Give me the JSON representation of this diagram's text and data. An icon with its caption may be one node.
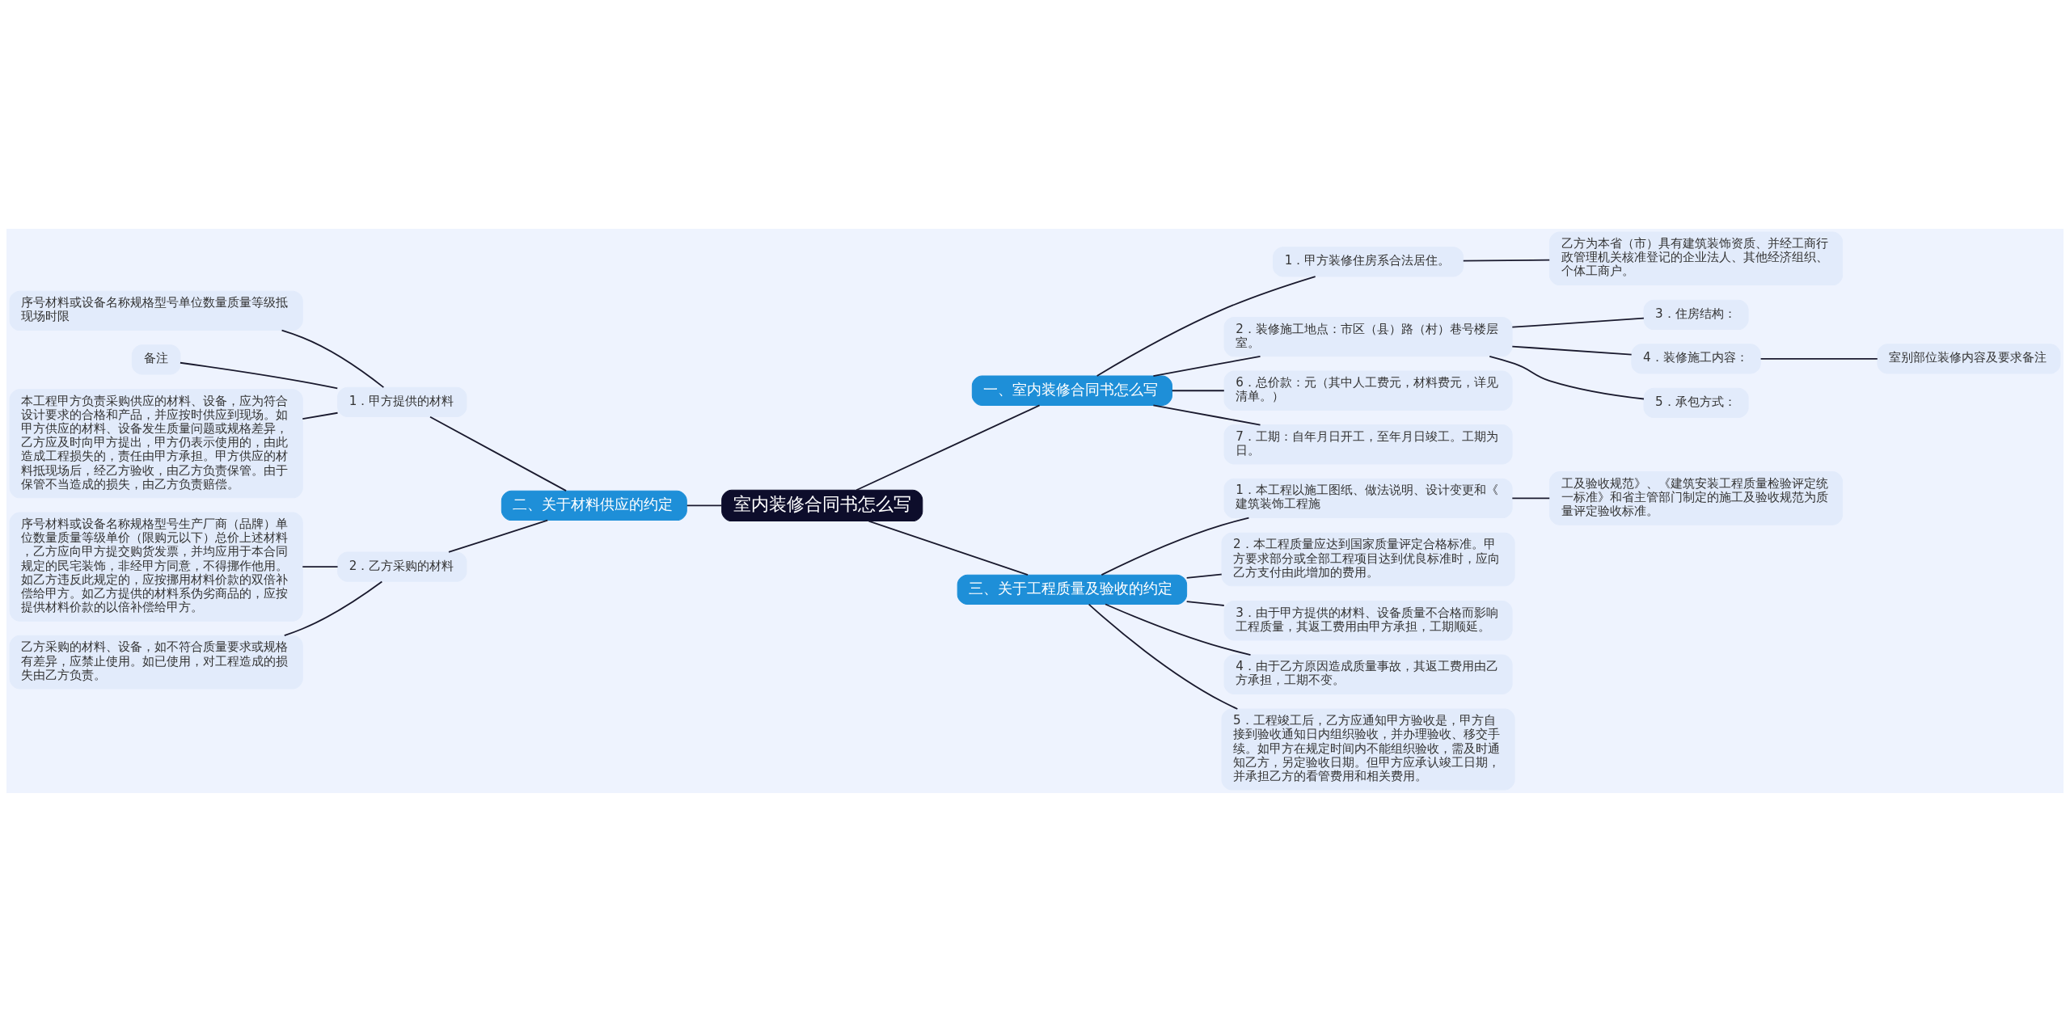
{
  "diagram": {
    "nodes": [
      {
        "text": [
          "室内装修合同书怎么写"
        ]
      },
      {
        "text": [
          "一、室内装修合同书怎么写"
        ]
      },
      {
        "text": [
          "1．甲方装修住房系合法居住。"
        ]
      },
      {
        "text": [
          "乙方为本省（市）具有建筑装饰资质、并经工商行政管理机关核准登记的企业法人、其他经济组织、个体工商户。"
        ]
      },
      {
        "text": [
          "2．装修施工地点：市区（县）路（村）巷号楼层室。"
        ]
      },
      {
        "text": [
          "3．住房结构："
        ]
      },
      {
        "text": [
          "4．装修施工内容："
        ]
      },
      {
        "text": [
          "室别部位装修内容及要求备注"
        ]
      },
      {
        "text": [
          "5．承包方式："
        ]
      },
      {
        "text": [
          "6．总价款：元（其中人工费元，材料费元，详见清单。）"
        ]
      },
      {
        "text": [
          "7．工期：自年月日开工，至年月日竣工。工期为日。"
        ]
      },
      {
        "text": [
          "二、关于材料供应的约定"
        ]
      },
      {
        "text": [
          "1．甲方提供的材料"
        ]
      },
      {
        "text": [
          "序号材料或设备名称规格型号单位数量质量等级抵现场时限"
        ]
      },
      {
        "text": [
          "备注"
        ]
      },
      {
        "text": [
          "本工程甲方负责采购供应的材料、设备，应为符合设计要求的合格和产品，并应按时供应到现场。如甲方供应的材料、设备发生质量问题或规格差异，乙方应及时向甲方提出，甲方仍表示使用的，由此造成工程损失的，责任由甲方承担。甲方供应的材料抵现场后，经乙方验收，由乙方负责保管。由于保管不当造成的损失，由乙方负责赔偿。"
        ]
      },
      {
        "text": [
          "2．乙方采购的材料"
        ]
      },
      {
        "text": [
          "序号材料或设备名称规格型号生产厂商（品牌）单位数量质量等级单价（限购元以下）总价上述材料，乙方应向甲方提交购货发票，并均应用于本合同规定的民宅装饰，非经甲方同意，不得挪作他用。如乙方违反此规定的，应按挪用材料价款的双倍补偿给甲方。如乙方提供的材料系伪劣商品的，应按提供材料价款的以倍补偿给甲方。"
        ]
      },
      {
        "text": [
          "乙方采购的材料、设备，如不符合质量要求或规格有差异，应禁止使用。如已使用，对工程造成的损失由乙方负责。"
        ]
      },
      {
        "text": [
          "三、关于工程质量及验收的约定"
        ]
      },
      {
        "text": [
          "1．本工程以施工图纸、做法说明、设计变更和《建筑装饰工程施"
        ]
      },
      {
        "text": [
          "工及验收规范》、《建筑安装工程质量检验评定统一标准》和省主管部门制定的施工及验收规范为质量评定验收标准。"
        ]
      },
      {
        "text": [
          "2．本工程质量应达到国家质量评定合格标准。甲方要求部分或全部工程项目达到优良标准时，应向乙方支付由此增加的费用。"
        ]
      },
      {
        "text": [
          "3．由于甲方提供的材料、设备质量不合格而影响工程质量，其返工费用由甲方承担，工期顺延。"
        ]
      },
      {
        "text": [
          "4．由于乙方原因造成质量事故，其返工费用由乙方承担，工期不变。"
        ]
      },
      {
        "text": [
          "5．工程竣工后，乙方应通知甲方验收是，甲方自接到验收通知日内组织验收，并办理验收、移交手续。如甲方在规定时间内不能组织验收，需及时通知乙方，另定验收日期。但甲方应承认竣工日期，并承担乙方的看管费用和相关费用。"
        ]
      }
    ],
    "edges": [
      {
        "from": 0,
        "to": 1,
        "arrow": "none"
      },
      {
        "from": 1,
        "to": 2,
        "arrow": "none"
      },
      {
        "from": 2,
        "to": 3,
        "arrow": "none"
      },
      {
        "from": 1,
        "to": 4,
        "arrow": "none"
      },
      {
        "from": 4,
        "to": 5,
        "arrow": "none"
      },
      {
        "from": 4,
        "to": 6,
        "arrow": "none"
      },
      {
        "from": 6,
        "to": 7,
        "arrow": "none"
      },
      {
        "from": 4,
        "to": 8,
        "arrow": "none"
      },
      {
        "from": 1,
        "to": 9,
        "arrow": "none"
      },
      {
        "from": 1,
        "to": 10,
        "arrow": "none"
      },
      {
        "from": 0,
        "to": 11,
        "arrow": "none"
      },
      {
        "from": 11,
        "to": 12,
        "arrow": "none"
      },
      {
        "from": 12,
        "to": 13,
        "arrow": "none"
      },
      {
        "from": 12,
        "to": 14,
        "arrow": "none"
      },
      {
        "from": 12,
        "to": 15,
        "arrow": "none"
      },
      {
        "from": 11,
        "to": 16,
        "arrow": "none"
      },
      {
        "from": 16,
        "to": 17,
        "arrow": "none"
      },
      {
        "from": 16,
        "to": 18,
        "arrow": "none"
      },
      {
        "from": 0,
        "to": 19,
        "arrow": "none"
      },
      {
        "from": 19,
        "to": 20,
        "arrow": "none"
      },
      {
        "from": 20,
        "to": 21,
        "arrow": "none"
      },
      {
        "from": 19,
        "to": 22,
        "arrow": "none"
      },
      {
        "from": 19,
        "to": 23,
        "arrow": "none"
      },
      {
        "from": 19,
        "to": 24,
        "arrow": "none"
      },
      {
        "from": 19,
        "to": 25,
        "arrow": "none"
      }
    ]
  }
}
